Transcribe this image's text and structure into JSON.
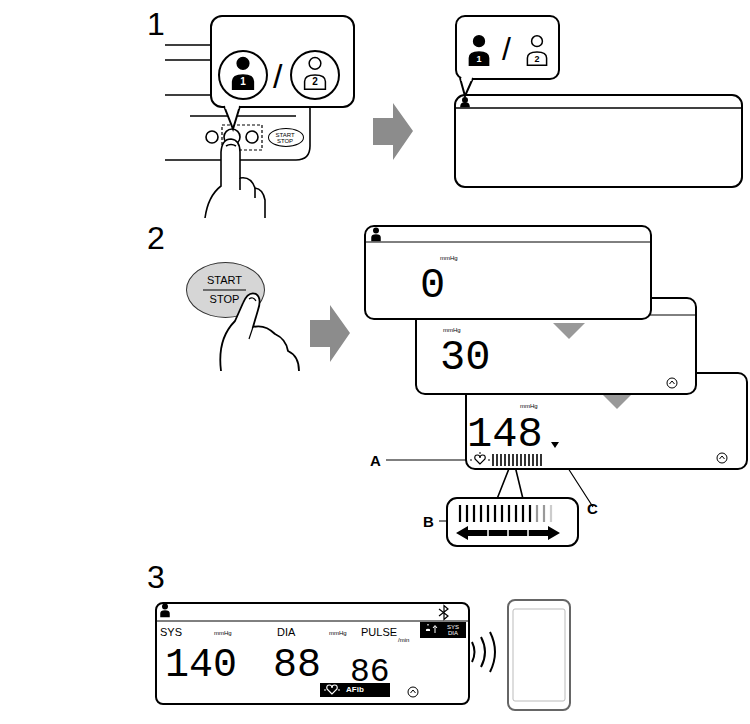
{
  "diagram": {
    "nodes": [
      {
        "text": [
          "1",
          "/",
          "2"
        ]
      },
      {
        "text": [
          "START STOP"
        ]
      },
      {
        "text": [
          "1",
          "/",
          "2"
        ]
      },
      {
        "text": [
          "START",
          "STOP"
        ]
      },
      {
        "text": [
          "mmHg",
          "0"
        ]
      },
      {
        "text": [
          "mmHg",
          "30"
        ]
      },
      {
        "text": [
          "mmHg",
          "148"
        ]
      },
      {
        "text": [
          "SYS",
          "mmHg",
          "DIA",
          "mmHg",
          "PULSE",
          "/min",
          "140",
          "88",
          "86"
        ]
      },
      {
        "text": [
          "SYS DIA"
        ],
        "in": 7
      },
      {
        "text": [
          "AFib"
        ],
        "in": 7
      }
    ],
    "labels": [
      "1",
      "2",
      "3",
      "A",
      "B",
      "C"
    ]
  }
}
